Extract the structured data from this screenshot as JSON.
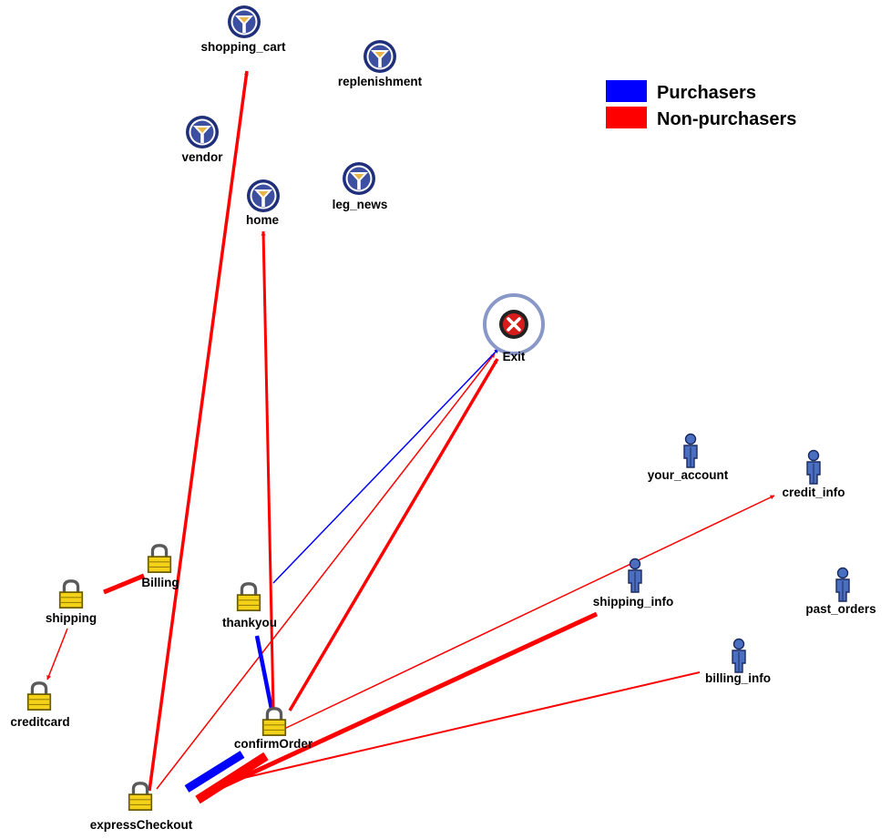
{
  "legend": [
    {
      "label": "Purchasers",
      "color": "#0000ff"
    },
    {
      "label": "Non-purchasers",
      "color": "#ff0000"
    }
  ],
  "node_types": {
    "category": "funnel-icon",
    "secure": "padlock-icon",
    "account": "person-icon",
    "exit": "exit-icon"
  },
  "nodes": {
    "shopping_cart": {
      "label": "shopping_cart",
      "type": "category"
    },
    "replenishment": {
      "label": "replenishment",
      "type": "category"
    },
    "vendor": {
      "label": "vendor",
      "type": "category"
    },
    "home": {
      "label": "home",
      "type": "category"
    },
    "leg_news": {
      "label": "leg_news",
      "type": "category"
    },
    "exit": {
      "label": "Exit",
      "type": "exit"
    },
    "your_account": {
      "label": "your_account",
      "type": "account"
    },
    "credit_info": {
      "label": "credit_info",
      "type": "account"
    },
    "shipping_info": {
      "label": "shipping_info",
      "type": "account"
    },
    "past_orders": {
      "label": "past_orders",
      "type": "account"
    },
    "billing_info": {
      "label": "billing_info",
      "type": "account"
    },
    "billing": {
      "label": "Billing",
      "type": "secure"
    },
    "shipping": {
      "label": "shipping",
      "type": "secure"
    },
    "creditcard": {
      "label": "creditcard",
      "type": "secure"
    },
    "thankyou": {
      "label": "thankyou",
      "type": "secure"
    },
    "confirmOrder": {
      "label": "confirmOrder",
      "type": "secure"
    },
    "expressCheckout": {
      "label": "expressCheckout",
      "type": "secure"
    }
  },
  "edges": [
    {
      "from": "expressCheckout",
      "to": "shopping_cart",
      "group": "Non-purchasers"
    },
    {
      "from": "expressCheckout",
      "to": "exit",
      "group": "Non-purchasers"
    },
    {
      "from": "expressCheckout",
      "to": "confirmOrder",
      "group": "Purchasers"
    },
    {
      "from": "expressCheckout",
      "to": "confirmOrder",
      "group": "Non-purchasers"
    },
    {
      "from": "expressCheckout",
      "to": "shipping_info",
      "group": "Non-purchasers"
    },
    {
      "from": "billing_info",
      "to": "expressCheckout",
      "group": "Non-purchasers"
    },
    {
      "from": "confirmOrder",
      "to": "thankyou",
      "group": "Purchasers"
    },
    {
      "from": "confirmOrder",
      "to": "home",
      "group": "Non-purchasers"
    },
    {
      "from": "confirmOrder",
      "to": "exit",
      "group": "Non-purchasers"
    },
    {
      "from": "confirmOrder",
      "to": "credit_info",
      "group": "Non-purchasers"
    },
    {
      "from": "thankyou",
      "to": "exit",
      "group": "Purchasers"
    },
    {
      "from": "billing",
      "to": "shipping",
      "group": "Non-purchasers"
    },
    {
      "from": "shipping",
      "to": "creditcard",
      "group": "Non-purchasers"
    }
  ]
}
